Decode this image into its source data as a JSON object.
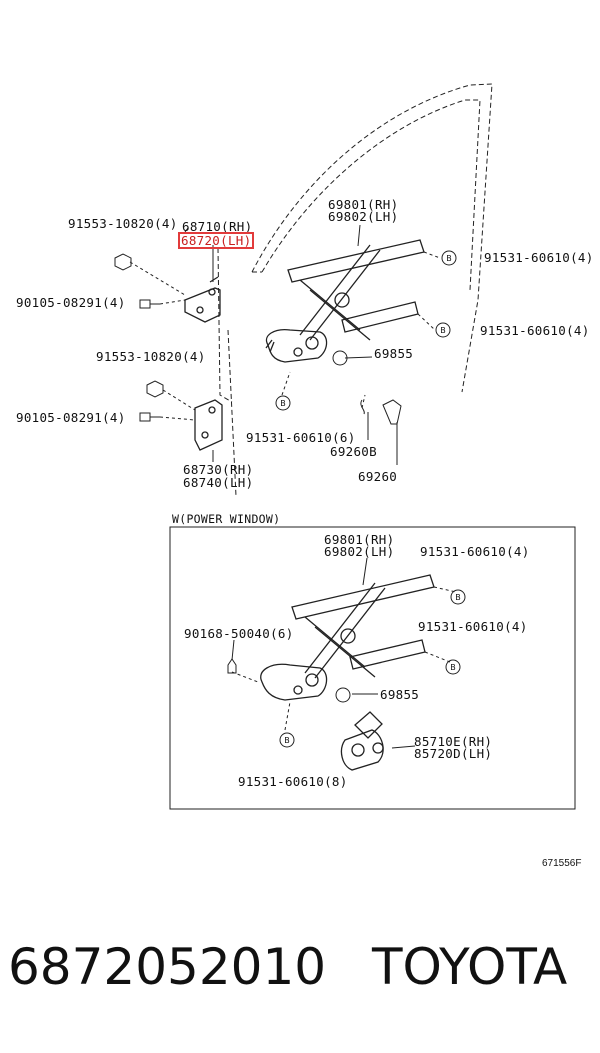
{
  "labels": {
    "l_91553_a": "91553-10820(4)",
    "l_68710": "68710(RH)",
    "l_68720": "68720(LH)",
    "l_69801_top": "69801(RH)",
    "l_69802_top": "69802(LH)",
    "l_91531_r1": "91531-60610(4)",
    "l_90105_a": "90105-08291(4)",
    "l_91531_r2": "91531-60610(4)",
    "l_69855_top": "69855",
    "l_91553_b": "91553-10820(4)",
    "l_90105_b": "90105-08291(4)",
    "l_91531_mid": "91531-60610(6)",
    "l_69260b": "69260B",
    "l_69260": "69260",
    "l_68730": "68730(RH)",
    "l_68740": "68740(LH)",
    "l_power_window": "W(POWER WINDOW)",
    "l_69801_box": "69801(RH)",
    "l_69802_box": "69802(LH)",
    "l_91531_box1": "91531-60610(4)",
    "l_91531_box2": "91531-60610(4)",
    "l_90168": "90168-50040(6)",
    "l_69855_box": "69855",
    "l_85710e": "85710E(RH)",
    "l_85720d": "85720D(LH)",
    "l_91531_box3": "91531-60610(8)",
    "l_b": "B"
  },
  "diagram_code": "671556F",
  "part_number": "6872052010",
  "brand": "TOYOTA",
  "highlight_color": "#e23b3b"
}
